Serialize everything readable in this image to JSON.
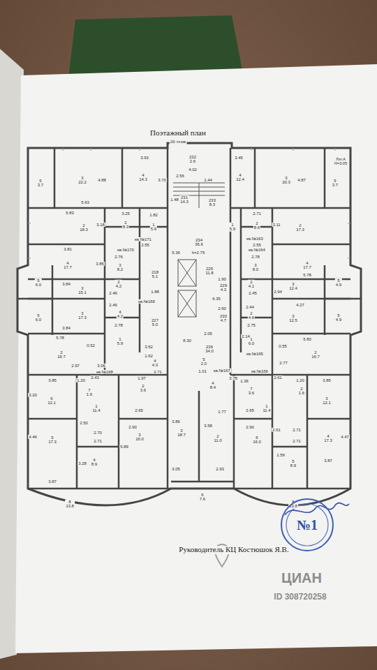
{
  "diagram": {
    "title": "Поэтажный план",
    "nodes": [
      {
        "text": [
          "№1"
        ]
      }
    ],
    "labels": [
      "20 этаж",
      "Лит.А Н=3.05",
      "5 3.7",
      "3 22.2",
      "4.88",
      "5.63",
      "3.93",
      "4 14.3",
      "3.70",
      "232 2.6",
      "4.02",
      "2.56",
      "1.44",
      "231 14.3",
      "233 8.3",
      "1.48",
      "3.45",
      "4 12.4",
      "3 20.3",
      "4.87",
      "5 3.7",
      "5.83",
      "2 18.3",
      "3.18",
      "3.25",
      "2 8.3",
      "1.82",
      "1 5.9",
      "кв.№171",
      "2.55",
      "1 5.9",
      "2.71",
      "2 8.6",
      "3.11",
      "2 17.3",
      "кв.№163",
      "2.55",
      "3.81",
      "4 17.7",
      "3.85",
      "кв.№170",
      "2.76",
      "3 8.2",
      "234 36.6",
      "5.36",
      "h=2.75",
      "кв.№164",
      "2.78",
      "3 8.0",
      "4 17.7",
      "5.78",
      "218 5.1",
      "225 11.8",
      "1.90",
      "229 4.3",
      "1.88",
      "5 6.0",
      "3.84",
      "3 15.1",
      "2 4.2",
      "2.46",
      "6.35",
      "2 4.1",
      "2.45",
      "3 12.4",
      "2.94",
      "5 4.9",
      "5 6.0",
      "3 17.3",
      "3.84",
      "2.46",
      "4 4.2",
      "227 5.0",
      "2.78",
      "1 5.9",
      "кв.№169",
      "2.60",
      "230 4.7",
      "2.44",
      "2 4.6",
      "2.75",
      "1 6.0",
      "4.27",
      "3 12.5",
      "5 4.9",
      "5.78",
      "5.80",
      "2 16.7",
      "0.52",
      "2.97",
      "3.06",
      "3.52",
      "1.62",
      "8.30",
      "236 34.0",
      "2.05",
      "кв.№168",
      "4 4.3",
      "2.71",
      "5 2.0",
      "1.01",
      "кв.№167",
      "кв.№165",
      "2.14",
      "0.55",
      "2 16.7",
      "2.77",
      "кв.№166",
      "3.85",
      "1.20",
      "2.43",
      "1.97",
      "2 3.6",
      "6 12.1",
      "7 1.6",
      "3.20",
      "1 11.4",
      "2.65",
      "2.90",
      "3 16.0",
      "5.89",
      "2.50",
      "2.70",
      "2.71",
      "5 17.3",
      "4.46",
      "4 8.9",
      "3.28",
      "3.87",
      "3.86",
      "3 18.7",
      "3.78",
      "4 8.4",
      "3.58",
      "2 11.0",
      "3.05",
      "2.93",
      "6 7.6",
      "1.77",
      "1.36",
      "7 3.6",
      "2.61",
      "1.20",
      "2 1.6",
      "3.85",
      "1 11.4",
      "2.65",
      "3 12.1",
      "2.90",
      "6 16.0",
      "2.61",
      "2.71",
      "2.71",
      "4 17.3",
      "4.47",
      "5 8.9",
      "1.59",
      "3.87",
      "8 13.8",
      "8 13.8",
      "Руководитель КЦ Костюшок Я.В.",
      "ЦИАН",
      "ID 308720258"
    ]
  }
}
